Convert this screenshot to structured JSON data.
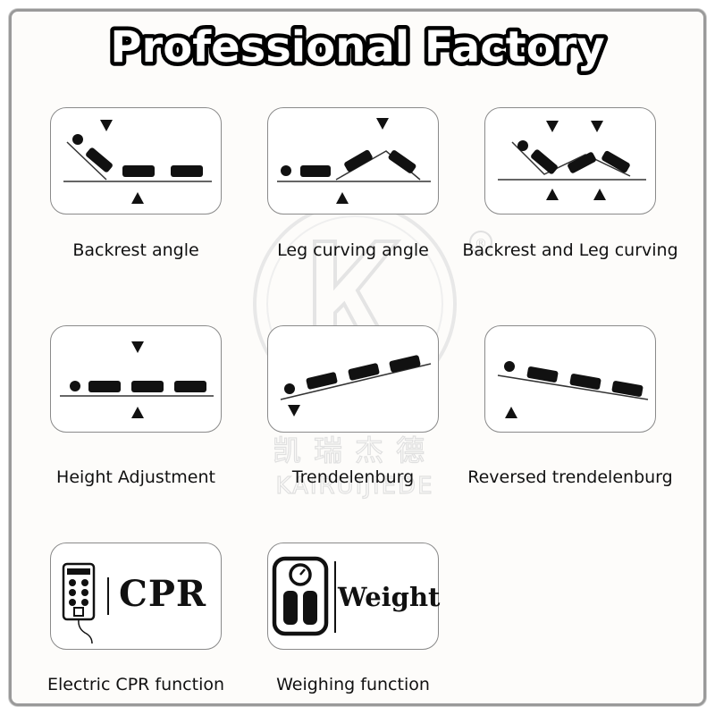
{
  "title": "Professional Factory",
  "features": [
    {
      "label": "Backrest angle",
      "icon": "backrest-angle-icon"
    },
    {
      "label": "Leg curving angle",
      "icon": "leg-curving-icon"
    },
    {
      "label": "Backrest and Leg curving",
      "icon": "backrest-leg-curving-icon"
    },
    {
      "label": "Height Adjustment",
      "icon": "height-adjustment-icon"
    },
    {
      "label": "Trendelenburg",
      "icon": "trendelenburg-icon"
    },
    {
      "label": "Reversed trendelenburg",
      "icon": "reversed-trendelenburg-icon"
    },
    {
      "label": "Electric CPR function",
      "icon": "cpr-remote-icon",
      "card_text": "CPR"
    },
    {
      "label": "Weighing function",
      "icon": "weighing-scale-icon",
      "card_text": "Weight"
    }
  ],
  "watermark": {
    "mark": "®",
    "chinese": "凯瑞杰德",
    "latin": "KAIRUIJIEDE"
  }
}
